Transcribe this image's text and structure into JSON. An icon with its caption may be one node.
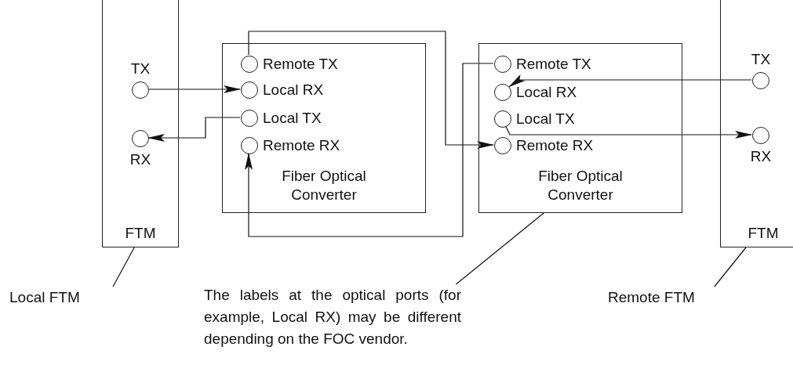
{
  "diagram": {
    "nodes": [
      {
        "text": [
          "FTM"
        ]
      },
      {
        "text": [
          "TX"
        ],
        "in": 0
      },
      {
        "text": [
          "RX"
        ],
        "in": 0
      },
      {
        "text": [
          "Fiber Optical Converter"
        ]
      },
      {
        "text": [
          "Remote TX"
        ],
        "in": 3
      },
      {
        "text": [
          "Local RX"
        ],
        "in": 3
      },
      {
        "text": [
          "Local TX"
        ],
        "in": 3
      },
      {
        "text": [
          "Remote RX"
        ],
        "in": 3
      },
      {
        "text": [
          "Fiber Optical Converter"
        ]
      },
      {
        "text": [
          "Remote TX"
        ],
        "in": 8
      },
      {
        "text": [
          "Local RX"
        ],
        "in": 8
      },
      {
        "text": [
          "Local TX"
        ],
        "in": 8
      },
      {
        "text": [
          "Remote RX"
        ],
        "in": 8
      },
      {
        "text": [
          "FTM"
        ]
      },
      {
        "text": [
          "TX"
        ],
        "in": 13
      },
      {
        "text": [
          "RX"
        ],
        "in": 13
      },
      {
        "text": [
          "Local FTM"
        ]
      },
      {
        "text": [
          "The labels at the optical ports (for example, Local RX) may be different depending on the FOC vendor."
        ]
      },
      {
        "text": [
          "Remote FTM"
        ]
      }
    ],
    "edges": [
      {
        "from": 1,
        "to": 5,
        "arrow": "to"
      },
      {
        "from": 6,
        "to": 2,
        "arrow": "to"
      },
      {
        "from": 4,
        "to": 12,
        "arrow": "to"
      },
      {
        "from": 9,
        "to": 7,
        "arrow": "to"
      },
      {
        "from": 14,
        "to": 10,
        "arrow": "to"
      },
      {
        "from": 11,
        "to": 15,
        "arrow": "to"
      },
      {
        "from": 16,
        "to": 0,
        "arrow": "none"
      },
      {
        "from": 17,
        "to": 8,
        "arrow": "none"
      },
      {
        "from": 18,
        "to": 13,
        "arrow": "none"
      }
    ]
  }
}
